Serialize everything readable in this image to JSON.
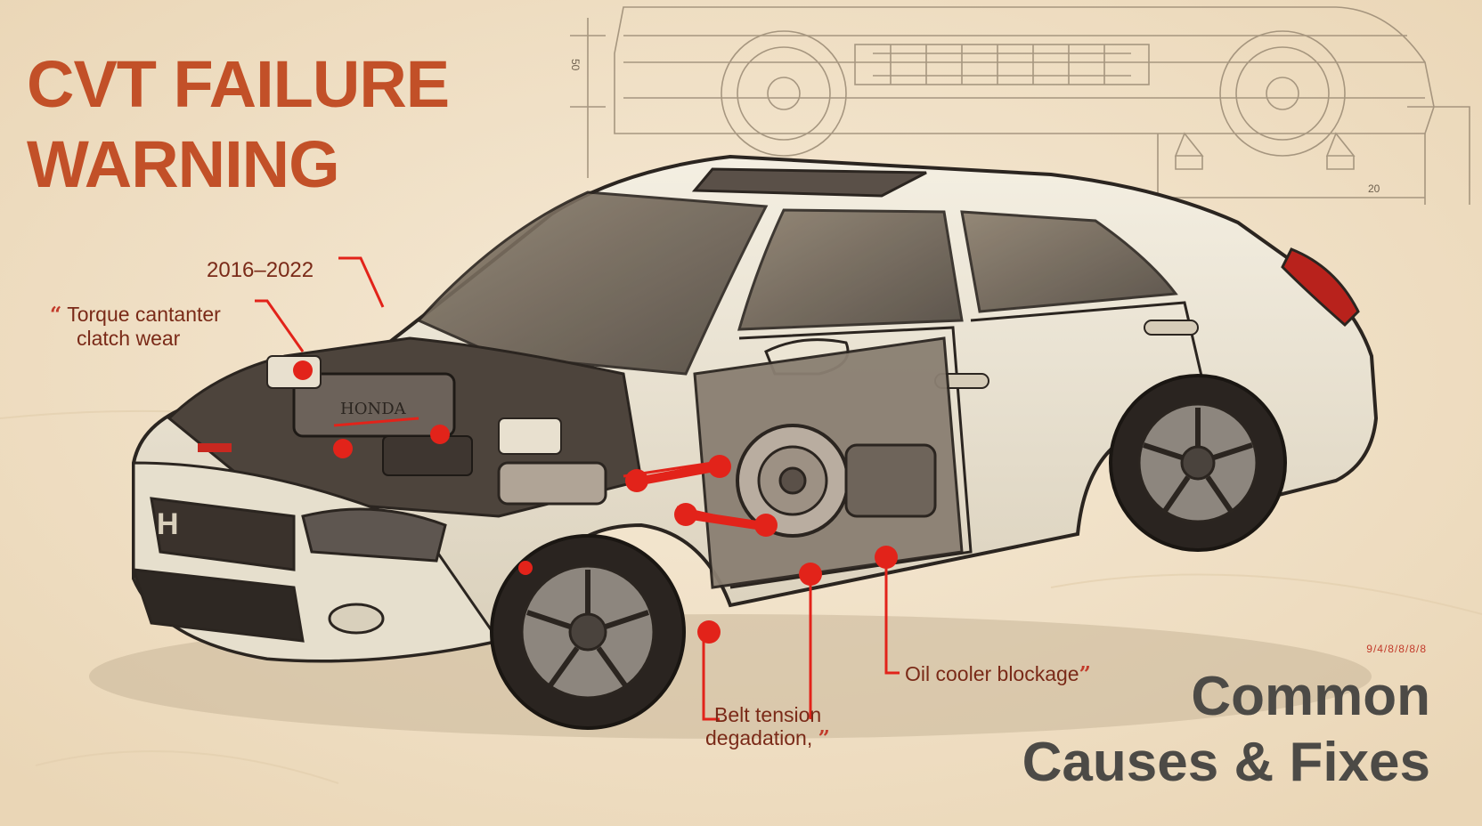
{
  "title": {
    "line1": "CVT FAILURE",
    "line2": "WARNING"
  },
  "callouts": {
    "years": "2016–2022",
    "torque_line1": "Torque cantanter",
    "torque_line2": "clatch wear",
    "belt_line1": "Belt tension",
    "belt_line2": "degadation,",
    "oil": "Oil cooler blockage"
  },
  "subtitle": {
    "line1": "Common",
    "line2": "Causes & Fixes"
  },
  "blueprint_dimensions": {
    "dim_left": "50",
    "dim_right": "20"
  },
  "engine_badge": "HONDA",
  "small_code": "9/4/8/8/8/8",
  "colors": {
    "background": "#f1e2c9",
    "title": "#c25028",
    "marker": "#e2231a",
    "subtitle": "#4c4a46",
    "car_body": "#ece5d4"
  }
}
